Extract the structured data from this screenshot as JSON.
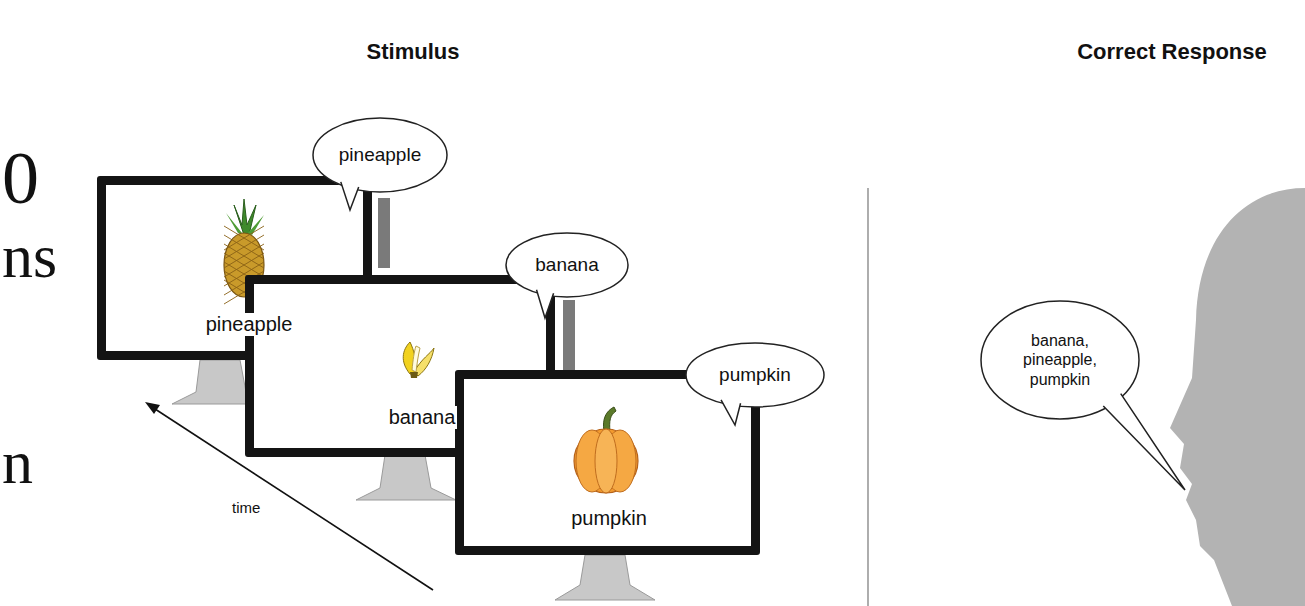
{
  "diagram": {
    "nodes": [
      {
        "text": [
          "pineapple"
        ]
      },
      {
        "text": [
          "pineapple"
        ]
      },
      {
        "text": [
          "banana"
        ]
      },
      {
        "text": [
          "banana"
        ]
      },
      {
        "text": [
          "pumpkin"
        ]
      },
      {
        "text": [
          "pumpkin"
        ]
      },
      {
        "text": [
          "banana, pineapple, pumpkin"
        ]
      }
    ],
    "labels": [
      "Stimulus",
      "Correct Response",
      "time",
      "0",
      "ns",
      "n"
    ]
  }
}
